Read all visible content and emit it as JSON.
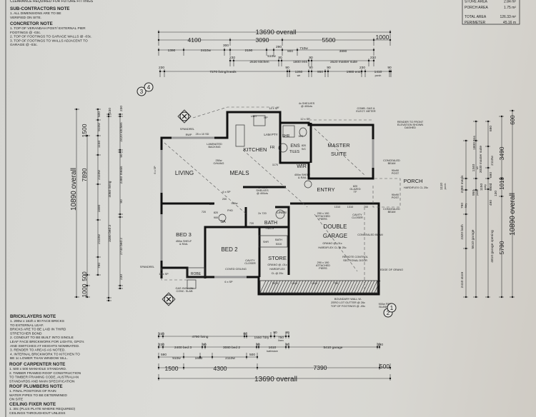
{
  "notes": {
    "header_cut": "CLEARANCE REQUIRED FOR FUTURE FITTINGS",
    "sub_contractors": {
      "title": "SUB-CONTRACTORS NOTE",
      "lines": [
        "1. ALL DIMENSIONS ARE TO BE",
        "VERIFIED ON SITE."
      ]
    },
    "concretor": {
      "title": "CONCRETOR NOTE",
      "lines": [
        "1. TOP OF VERANDAH POST/ EXTERNAL PIER",
        "FOOTINGS @ -03c.",
        "2. TOP OF FOOTINGS TO GARAGE WALLS @ -03c.",
        "3. TOP OF FOOTINGS TO WALLS ADJACENT TO",
        "GARAGE @ -03c."
      ]
    },
    "bricklayers": {
      "title": "BRICKLAYERS NOTE",
      "lines": [
        "1. 290w x 162h x 90 FACE BRICKS",
        "TO EXTERNAL LEAF.",
        "BRICKS ARE TO BE LAID IN THIRD",
        "STRETCHER BOND",
        "2. CONDUIT TO BE BUILT INTO SINGLE",
        "LEAF FACE BRICKWORK FOR LIGHTS, GPO's",
        "AND SWITCHES AT HEIGHTS NOMINATED.",
        "3. RENDER TO AREAS AS NOTED.",
        "4. INTERNAL BRICKWORK TO KITCHEN TO",
        "BE 1c LOWER THAN WINDOW SILL."
      ]
    },
    "roof_carpenter": {
      "title": "ROOF CARPENTER NOTE",
      "lines": [
        "1. 500 x 500 MANHOLE STANDARD.",
        "2. TIMBER FRAMED ROOF CONSTRUCTION",
        "TO TIMBER FRAMING CODE, AUSTRALIAN",
        "STANDARDS AND MAIN SPECIFICATION"
      ]
    },
    "roof_plumbers": {
      "title": "ROOF PLUMBERS NOTE",
      "lines": [
        "1. FINAL POSITONS OF RAIN",
        "WATER PIPES TO BE DETERMINED",
        "ON SITE"
      ]
    },
    "ceiling_fixer": {
      "title": "CEILING FIXER NOTE",
      "lines": [
        "1. 30c (PLUS PLATE WHERE REQUIRED)",
        "CEILINGS THROUGHOUT UNLESS"
      ]
    }
  },
  "area_schedule": {
    "rows": [
      {
        "label": "STORE AREA",
        "value": "2.84 m²"
      },
      {
        "label": "PORCH AREA",
        "value": "1.75 m²"
      },
      {
        "label": "TOTAL AREA",
        "value": "126.33 m²"
      },
      {
        "label": "PERIMETER",
        "value": "45.16 m"
      }
    ]
  },
  "dimensions": {
    "top": [
      "13690 overall",
      "4100",
      "3090",
      "5500",
      "1000",
      "1390",
      "2410w",
      "300",
      "2190",
      "510w",
      "290",
      "900",
      "710w",
      "3890",
      "230",
      "2630 kitchen",
      "90",
      "1800 ens",
      "90",
      "3520 master suite",
      "230",
      "230",
      "7270 living/meals",
      "90",
      "1260",
      "wir",
      "90",
      "950",
      "90",
      "1980 entry",
      "230",
      "1410",
      "porch",
      "90"
    ],
    "bottom": [
      "230",
      "4790 living",
      "90",
      "1550 f'dry",
      "90",
      "750",
      "linen",
      "90",
      "230",
      "2400 bed 3",
      "90",
      "3080 bed 2",
      "90",
      "1610",
      "bath/store",
      "90",
      "5410 garage",
      "190",
      "590",
      "910w",
      "1690",
      "2110w",
      "500",
      "1500",
      "4300",
      "7390",
      "500",
      "13690 overall"
    ],
    "left": [
      "10890 overall",
      "7890",
      "1500",
      "500",
      "1000",
      "500",
      "910w",
      "1150",
      "2110w",
      "1690",
      "2110w",
      "790",
      "230",
      "4060 living",
      "3380 bed 3",
      "2420 kitchen",
      "2380 meals",
      "2740 bed 2",
      "230",
      "90",
      "90",
      "230"
    ],
    "right": [
      "10890 overall",
      "600",
      "3490",
      "1010",
      "5790",
      "1800 ens",
      "3030 master suite",
      "2110w",
      "2380 meals",
      "1340",
      "wir",
      "2320 bath",
      "5610 garage",
      "4810 garage opening",
      "2410 store",
      "1110",
      "porch",
      "950",
      "pass",
      "1150",
      "entry",
      "580d",
      "790",
      "f'dry",
      "490",
      "690",
      "690",
      "130"
    ]
  },
  "rooms": {
    "living": "LIVING",
    "kitchen": "KITCHEN",
    "meals": "MEALS",
    "ens": "ENS",
    "ens_tiles": "TILES",
    "master_suite_1": "MASTER",
    "master_suite_2": "SUITE",
    "wir": "WIR",
    "entry": "ENTRY",
    "bath": "BATH",
    "bath_tiles": "TILES",
    "double_garage_1": "DOUBLE",
    "double_garage_2": "GARAGE",
    "bed3": "BED 3",
    "bed2": "BED 2",
    "store": "STORE",
    "porch": "PORCH",
    "shr": "SHR",
    "lam_pty": "LAM PTY",
    "fr": "FR",
    "robe": "ROBE",
    "linen": "LINEN",
    "sa": "SA",
    "wc": "WC"
  },
  "annotations": [
    "14 x SP",
    "4x SHELVES",
    "@ 400cts",
    "12 x SP",
    "COMB. GAS &",
    "ELECT. METER",
    "RENDER TO FRONT",
    "ELEVATION SHOWN",
    "DASHED",
    "SPANDREL",
    "RWP",
    "25 x 10 SD",
    "LAMINATED",
    "BACKING",
    "250w",
    "O/HANG",
    "1170",
    "UBO",
    "HP",
    "820",
    "S/C",
    "4x 400w",
    "SHELVES",
    "@ 400cts",
    "400w SHELF",
    "& RAIL",
    "820",
    "GLAZED",
    "TF",
    "CONCEALED",
    "BEAM",
    "90x90",
    "POST",
    "HARDIFLEX CL 25c",
    "90x90",
    "POST",
    "CONCEALED",
    "BEAM",
    "290 x 190",
    "ATTACHED",
    "PIERS",
    "1310",
    "1310",
    "700",
    "CAVITY",
    "CLOSER",
    "GRANO @ -01c",
    "HARDIFLEX CL @ 25c",
    "CONCEALED BEAM",
    "REMOTE CONTROL",
    "SECTIONAL DOOR",
    "EDGE OF GRANO",
    "290 x 190",
    "ATTACHED",
    "PIERS",
    "GRANO @ -01c",
    "HARDIFLEX",
    "CL @ 25c",
    "CAVITY",
    "CLOSER",
    "450w SHELF",
    "& RAIL",
    "COVED CEILING",
    "6 x SP",
    "16 x SP",
    "SPANDREL",
    "GAS HWU ON",
    "CONC. SLAB",
    "BOUNDARY WALL W-",
    "ZERO LOT GUTTER @ 26c",
    "TOP OF FOOTINGS @ -05c",
    "900w FIRE",
    "BLANKET",
    "950w",
    "FHD",
    "2x 720",
    "720",
    "820",
    "900",
    "720",
    "200",
    "600",
    "6 x SP",
    "6 x SP",
    "SHR",
    "BATH",
    "5310",
    "5310",
    "1310",
    "1310",
    "700"
  ],
  "section_markers": [
    "3",
    "4",
    "2",
    "1"
  ]
}
